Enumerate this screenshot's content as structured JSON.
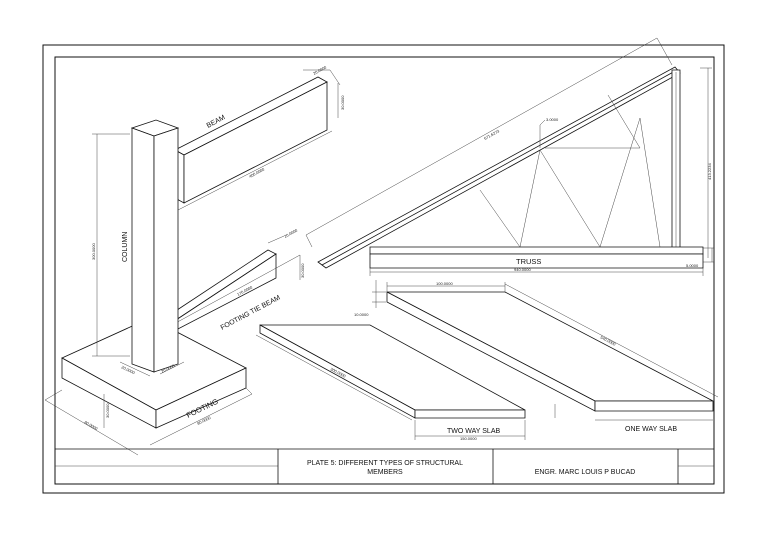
{
  "labels": {
    "beam": "BEAM",
    "column": "COLUMN",
    "footing_tie_beam": "FOOTING TIE BEAM",
    "footing": "FOOTING",
    "truss": "TRUSS",
    "two_way_slab": "TWO WAY SLAB",
    "one_way_slab": "ONE WAY SLAB"
  },
  "title_block": {
    "plate_title_line1": "PLATE 5: DIFFERENT TYPES OF STRUCTURAL",
    "plate_title_line2": "MEMBERS",
    "author": "ENGR. MARC LOUIS P BUCAD"
  },
  "dimensions": {
    "beam_width": "20.0000",
    "beam_height": "30.0000",
    "beam_length": "400.0000",
    "column_height": "300.0000",
    "column_base_a": "20.0000",
    "column_base_b": "20.0000",
    "tie_beam_width": "20.0000",
    "tie_beam_height": "30.0000",
    "tie_beam_length": "170.0000",
    "footing_a": "80.0000",
    "footing_b": "80.0000",
    "footing_h": "30.0000",
    "truss_top": "3.0000",
    "truss_slope": "671.6273",
    "truss_height": "413.2234",
    "truss_span": "940.0000",
    "truss_base": "5.0000",
    "slab_thickness": "10.0000",
    "two_way_length": "300.0000",
    "two_way_width": "150.0000",
    "one_way_width": "100.0000",
    "one_way_length": "540.0000"
  }
}
